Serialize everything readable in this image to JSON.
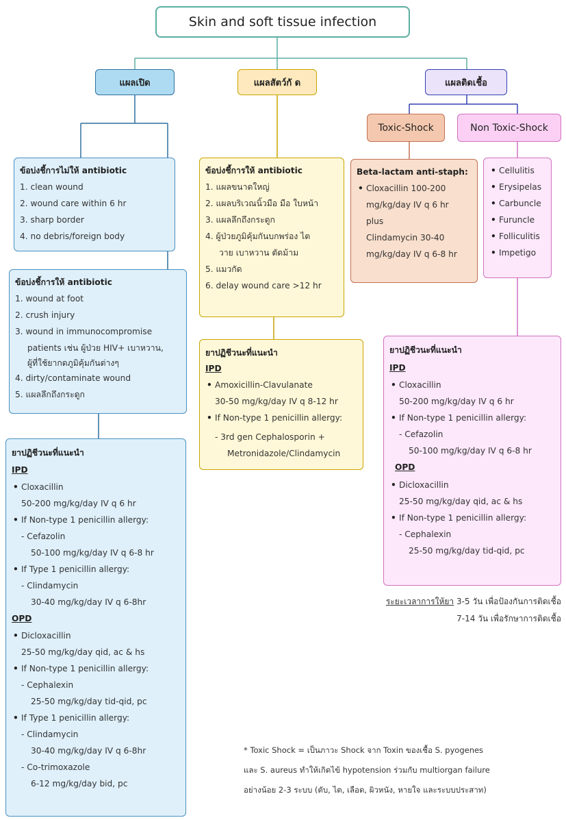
{
  "title": "Skin and soft tissue infection",
  "categories": {
    "open_wound": "แผลเปิด",
    "animal_bite": "แผลสัตว์กั ด",
    "infected_wound": "แผลติดเชื้อ"
  },
  "toxic_shock": "Toxic-Shock",
  "non_toxic_shock": "Non Toxic-Shock",
  "no_abx": {
    "title": "ข้อบ่งชี้การไม่ให้ antibiotic",
    "items": [
      "1.  clean wound",
      "2.  wound care within 6 hr",
      "3.  sharp border",
      "4.  no debris/foreign body"
    ]
  },
  "give_abx_open": {
    "title": "ข้อบ่งชี้การให้ antibiotic",
    "items": [
      "1.  wound at foot",
      "2.  crush injury",
      "3.  wound in immunocompromise",
      "4.  dirty/contaminate wound",
      "5.  แผลลึกถึงกระดูก"
    ],
    "item3_cont1": "patients เช่น ผู้ป่วย HIV+ เบาหวาน,",
    "item3_cont2": "ผู้ที่ใช้ยากดภูมิคุ้มกันต่างๆ"
  },
  "open_rx": {
    "title": "ยาปฏิชีวนะที่แนะนำ",
    "ipd": "IPD",
    "ipd_drug1": "Cloxacillin",
    "ipd_drug1_dose": "50-200 mg/kg/day IV q 6 hr",
    "ipd_nt1": "If Non-type 1 penicillin allergy:",
    "ipd_nt1_drug": "- Cefazolin",
    "ipd_nt1_dose": "50-100 mg/kg/day IV q 6-8 hr",
    "ipd_t1": "If Type 1 penicillin allergy:",
    "ipd_t1_drug": "- Clindamycin",
    "ipd_t1_dose": "30-40 mg/kg/day IV q 6-8hr",
    "opd": "OPD",
    "opd_drug1": "Dicloxacillin",
    "opd_drug1_dose": "25-50 mg/kg/day qid, ac & hs",
    "opd_nt1": "If Non-type 1 penicillin allergy:",
    "opd_nt1_drug": "- Cephalexin",
    "opd_nt1_dose": "25-50 mg/kg/day tid-qid, pc",
    "opd_t1": "If Type 1 penicillin allergy:",
    "opd_t1_drug1": "- Clindamycin",
    "opd_t1_dose1": "30-40 mg/kg/day IV q 6-8hr",
    "opd_t1_drug2": "- Co-trimoxazole",
    "opd_t1_dose2": "6-12 mg/kg/day bid, pc"
  },
  "bite_abx": {
    "title": "ข้อบ่งชี้การให้ antibiotic",
    "items": [
      "1.  แผลขนาดใหญ่",
      "2.  แผลบริเวณนิ้วมือ มือ ใบหน้า",
      "3.  แผลลึกถึงกระดูก",
      "4.  ผู้ป่วยภูมิคุ้มกันบกพร่อง ไต",
      "5.  แมวกัด",
      "6.  delay wound care >12 hr"
    ],
    "item4_cont": "วาย เบาหวาน ตัดม้าม"
  },
  "bite_rx": {
    "title": "ยาปฏิชีวนะที่แนะนำ",
    "ipd": "IPD",
    "drug1": "Amoxicillin-Clavulanate",
    "drug1_dose": "30-50 mg/kg/day IV q 8-12 hr",
    "nt1": "If Non-type 1 penicillin allergy:",
    "nt1_drug": "- 3rd gen Cephalosporin +",
    "nt1_drug_cont": "Metronidazole/Clindamycin"
  },
  "toxic_rx": {
    "title": "Beta-lactam anti-staph:",
    "drug1": "Cloxacillin 100-200",
    "drug1_dose": "mg/kg/day IV q 6 hr",
    "plus": "plus",
    "drug2": "Clindamycin 30-40",
    "drug2_dose": "mg/kg/day IV q 6-8 hr"
  },
  "non_toxic_list": [
    "Cellulitis",
    "Erysipelas",
    "Carbuncle",
    "Furuncle",
    "Folliculitis",
    "Impetigo"
  ],
  "infected_rx": {
    "title": "ยาปฏิชีวนะที่แนะนำ",
    "ipd": "IPD",
    "ipd_drug1": "Cloxacillin",
    "ipd_drug1_dose": "50-200 mg/kg/day IV q 6 hr",
    "ipd_nt1": "If Non-type 1 penicillin allergy:",
    "ipd_nt1_drug": "- Cefazolin",
    "ipd_nt1_dose": "50-100 mg/kg/day IV q 6-8 hr",
    "opd": "OPD",
    "opd_drug1": "Dicloxacillin",
    "opd_drug1_dose": "25-50 mg/kg/day qid, ac & hs",
    "opd_nt1": "If Non-type 1 penicillin allergy:",
    "opd_nt1_drug": "- Cephalexin",
    "opd_nt1_dose": "25-50 mg/kg/day tid-qid, pc"
  },
  "duration": {
    "label": "ระยะเวลาการให้ยา",
    "line1": " 3-5 วัน เพื่อป้องกันการติดเชื้อ",
    "line2": "7-14 วัน เพื่อรักษาการติดเชื้อ"
  },
  "footnote": {
    "line1": "* Toxic Shock = เป็นภาวะ Shock จาก Toxin ของเชื้อ S. pyogenes",
    "line2": "และ S. aureus  ทำให้เกิดไข้ hypotension ร่วมกับ multiorgan failure",
    "line3": "อย่างน้อย 2-3 ระบบ (ตับ, ไต, เลือด, ผิวหนัง, หายใจ และระบบประสาท)"
  }
}
